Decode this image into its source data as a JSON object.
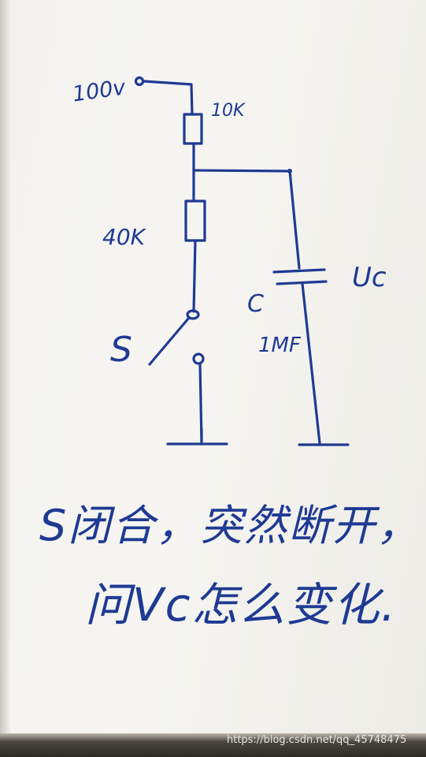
{
  "circuit": {
    "source_label": "100v",
    "r1_label": "10K",
    "r2_label": "40K",
    "switch_label": "S",
    "cap_name": "C",
    "cap_value": "1MF",
    "cap_voltage": "Uc"
  },
  "question": {
    "line1": "S闭合，突然断开，",
    "line2": "问Vc怎么变化."
  },
  "watermark": "https://blog.csdn.net/qq_45748475",
  "colors": {
    "ink": "#1f3a93",
    "paper": "#f4f3ef"
  }
}
